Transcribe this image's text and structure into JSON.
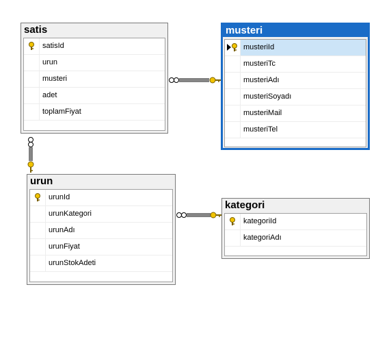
{
  "tables": {
    "satis": {
      "title": "satis",
      "columns": [
        {
          "name": "satisId",
          "pk": true
        },
        {
          "name": "urun",
          "pk": false
        },
        {
          "name": "musteri",
          "pk": false
        },
        {
          "name": "adet",
          "pk": false
        },
        {
          "name": "toplamFiyat",
          "pk": false
        }
      ]
    },
    "musteri": {
      "title": "musteri",
      "selected": true,
      "columns": [
        {
          "name": "musteriId",
          "pk": true,
          "selected": true
        },
        {
          "name": "musteriTc",
          "pk": false
        },
        {
          "name": "musteriAdı",
          "pk": false
        },
        {
          "name": "musteriSoyadı",
          "pk": false
        },
        {
          "name": "musteriMail",
          "pk": false
        },
        {
          "name": "musteriTel",
          "pk": false
        }
      ]
    },
    "urun": {
      "title": "urun",
      "columns": [
        {
          "name": "urunId",
          "pk": true
        },
        {
          "name": "urunKategori",
          "pk": false
        },
        {
          "name": "urunAdı",
          "pk": false
        },
        {
          "name": "urunFiyat",
          "pk": false
        },
        {
          "name": "urunStokAdeti",
          "pk": false
        }
      ]
    },
    "kategori": {
      "title": "kategori",
      "columns": [
        {
          "name": "kategoriId",
          "pk": true
        },
        {
          "name": "kategoriAdı",
          "pk": false
        }
      ]
    }
  },
  "relationships": [
    {
      "from": "satis",
      "to": "musteri",
      "many_side": "satis",
      "one_side": "musteri"
    },
    {
      "from": "satis",
      "to": "urun",
      "many_side": "satis",
      "one_side": "urun"
    },
    {
      "from": "urun",
      "to": "kategori",
      "many_side": "urun",
      "one_side": "kategori"
    }
  ],
  "colors": {
    "selection": "#1a6cc7",
    "key": "#f2c400",
    "row_selected": "#cce4f7"
  }
}
